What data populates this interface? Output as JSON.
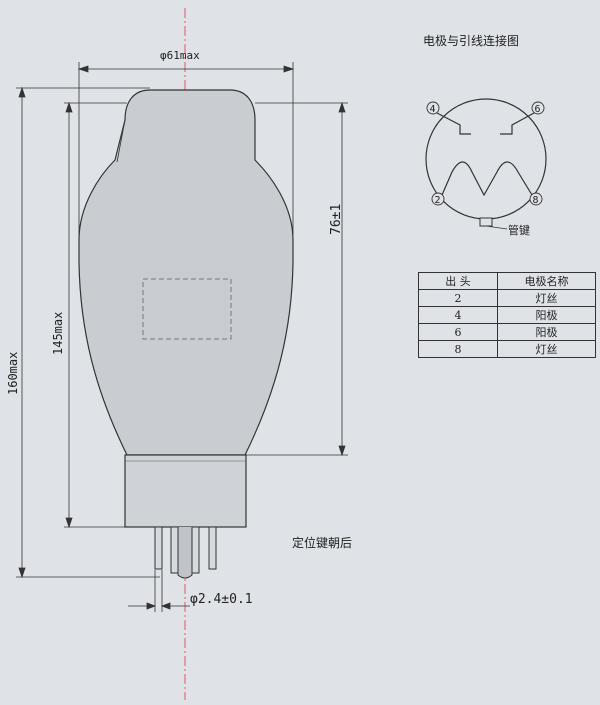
{
  "dimensions": {
    "bulb_diameter": "φ61max",
    "total_height": "160max",
    "body_height": "145max",
    "upper_height": "76±1",
    "pin_diameter": "φ2.4±0.1"
  },
  "connection_diagram": {
    "title": "电极与引线连接图",
    "pin_labels": [
      "4",
      "6",
      "2",
      "8"
    ],
    "key_label": "管键"
  },
  "note": "定位键朝后",
  "pin_table": {
    "headers": [
      "出  头",
      "电极名称"
    ],
    "rows": [
      {
        "pin": "2",
        "name": "灯丝"
      },
      {
        "pin": "4",
        "name": "阳极"
      },
      {
        "pin": "6",
        "name": "阳极"
      },
      {
        "pin": "8",
        "name": "灯丝"
      }
    ]
  },
  "colors": {
    "centerline": "#e0485a",
    "bulb_fill": "#c9cdd2",
    "line": "#333333"
  }
}
